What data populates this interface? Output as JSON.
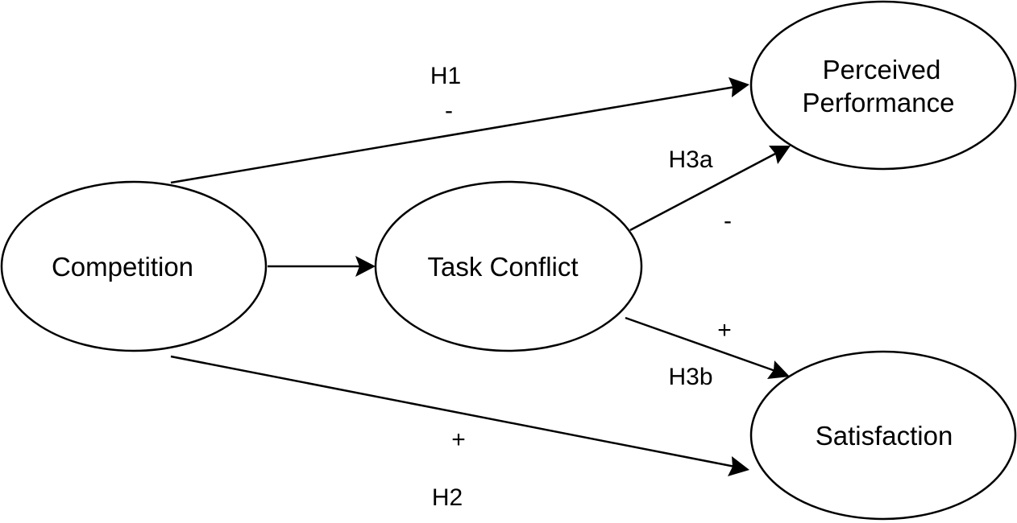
{
  "nodes": {
    "competition": {
      "label": "Competition"
    },
    "task_conflict": {
      "label": "Task Conflict"
    },
    "perceived_performance": {
      "label_line1": "Perceived",
      "label_line2": "Performance"
    },
    "satisfaction": {
      "label": "Satisfaction"
    }
  },
  "edges": {
    "h1": {
      "label": "H1",
      "sign": "-",
      "from": "Competition",
      "to": "Perceived Performance"
    },
    "h2": {
      "label": "H2",
      "sign": "+",
      "from": "Competition",
      "to": "Satisfaction"
    },
    "h3a": {
      "label": "H3a",
      "sign": "-",
      "from": "Task Conflict",
      "to": "Perceived Performance"
    },
    "h3b": {
      "label": "H3b",
      "sign": "+",
      "from": "Task Conflict",
      "to": "Satisfaction"
    },
    "competition_to_task_conflict": {
      "from": "Competition",
      "to": "Task Conflict"
    }
  },
  "colors": {
    "stroke": "#000000",
    "background": "#ffffff"
  }
}
